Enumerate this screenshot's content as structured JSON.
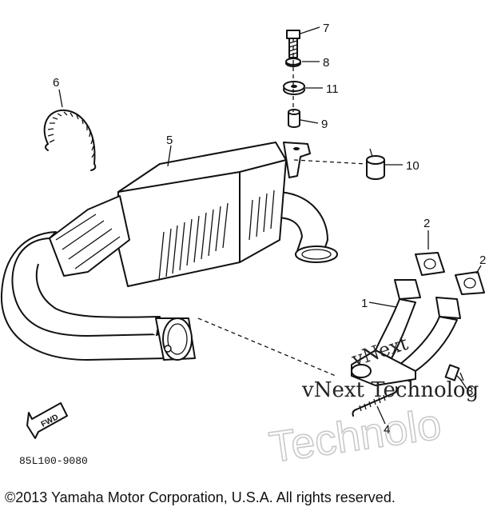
{
  "diagram": {
    "callouts": {
      "p1": "1",
      "p2a": "2",
      "p2b": "2",
      "p3": "3",
      "p4": "4",
      "p5": "5",
      "p6": "6",
      "p7": "7",
      "p8": "8",
      "p9": "9",
      "p10": "10",
      "p11": "11"
    },
    "fwd_label": "FWD",
    "drawing_code": "85L100-9080",
    "copyright": "©2013 Yamaha Motor Corporation, U.S.A. All rights reserved.",
    "watermark": {
      "line1": "vNext Technolog",
      "line2": "vNext",
      "big": "Technolo"
    }
  }
}
